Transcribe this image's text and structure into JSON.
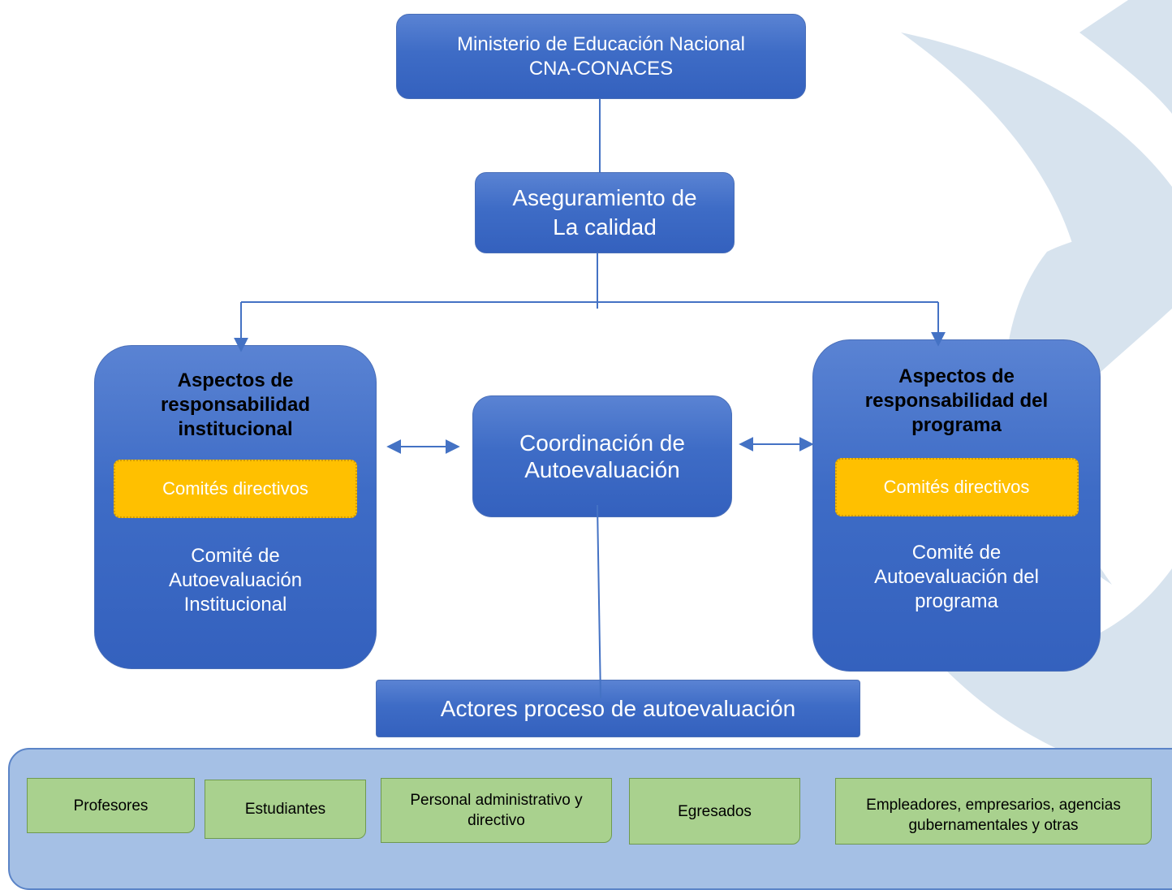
{
  "top": {
    "ministerio": [
      "Ministerio de Educación Nacional",
      "CNA-CONACES"
    ],
    "aseguramiento": [
      "Aseguramiento de",
      "La calidad"
    ]
  },
  "left": {
    "title": [
      "Aspectos de",
      "responsabilidad",
      "institucional"
    ],
    "badge": "Comités directivos",
    "committee": [
      "Comité de",
      "Autoevaluación",
      "Institucional"
    ]
  },
  "center": {
    "coordinacion": [
      "Coordinación de",
      "Autoevaluación"
    ],
    "actores": "Actores proceso de autoevaluación"
  },
  "right": {
    "title": [
      "Aspectos de",
      "responsabilidad del",
      "programa"
    ],
    "badge": "Comités directivos",
    "committee": [
      "Comité de",
      "Autoevaluación del",
      "programa"
    ]
  },
  "actors": [
    "Profesores",
    "Estudiantes",
    "Personal administrativo y directivo",
    "Egresados",
    "Empleadores, empresarios, agencias gubernamentales y otras"
  ],
  "colors": {
    "node_blue": "#4472c4",
    "badge_gold": "#ffc000",
    "actor_green": "#a9d18e",
    "panel_blue": "#a5c0e5",
    "connector": "#4472c4",
    "decor": "#d7e3ee"
  }
}
